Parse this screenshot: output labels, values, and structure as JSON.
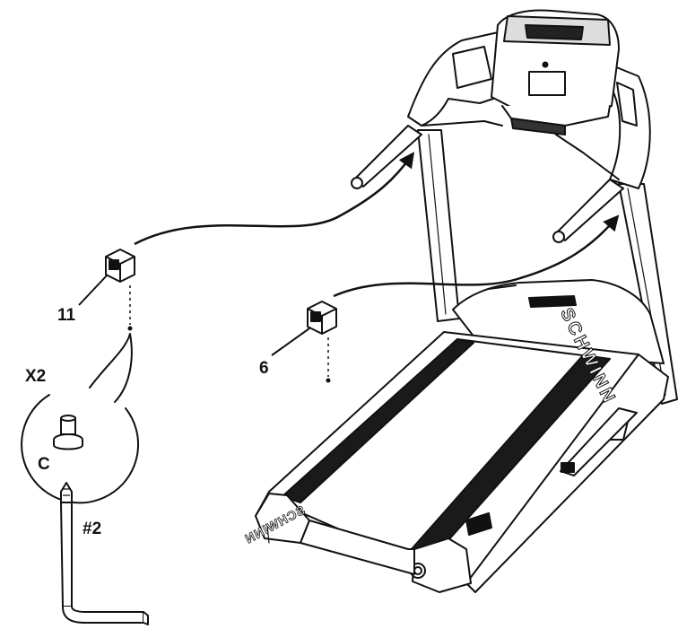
{
  "callouts": {
    "part_11": "11",
    "part_6": "6",
    "quantity": "X2",
    "hardware": "C",
    "tool": "#2"
  },
  "markings": {
    "upright_brand": "SCHWINN",
    "deck_brand": "SCHWINN"
  },
  "colors": {
    "line": "#111111",
    "background": "#ffffff",
    "belt_strip": "#1a1a1a"
  }
}
